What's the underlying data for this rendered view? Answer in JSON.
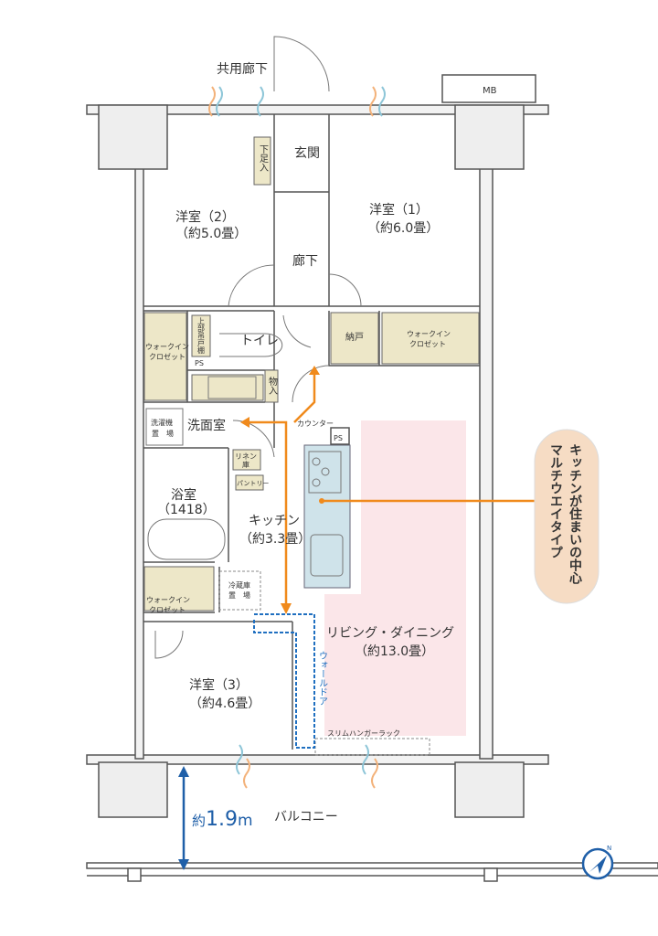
{
  "title_corridor": "共用廊下",
  "mb": "MB",
  "rooms": {
    "genkan": "玄関",
    "shoe": "下足入",
    "western2": {
      "name": "洋室（2）",
      "size": "（約5.0畳）"
    },
    "western1": {
      "name": "洋室（1）",
      "size": "（約6.0畳）"
    },
    "hallway": "廊下",
    "wic_left": {
      "l1": "ウォークイン",
      "l2": "クロゼット"
    },
    "upper_cabinet": "上部吊戸棚",
    "toilet": "トイレ",
    "ps1": "PS",
    "storage_room": "納戸",
    "wic_right": {
      "l1": "ウォークイン",
      "l2": "クロゼット"
    },
    "closet": "物入",
    "washer": {
      "l1": "洗濯機",
      "l2": "置　場"
    },
    "washroom": "洗面室",
    "counter": "カウンター",
    "ps2": "PS",
    "linen": {
      "l1": "リネン",
      "l2": "庫"
    },
    "pantry": "パントリー",
    "bath": {
      "name": "浴室",
      "size": "（1418）"
    },
    "kitchen": {
      "name": "キッチン",
      "size": "（約3.3畳）"
    },
    "wic_3": {
      "l1": "ウォークイン",
      "l2": "クロゼット"
    },
    "fridge": {
      "l1": "冷蔵庫",
      "l2": "置　場"
    },
    "living": {
      "name": "リビング・ダイニング",
      "size": "（約13.0畳）"
    },
    "wall_door": "ウォールドア",
    "western3": {
      "name": "洋室（3）",
      "size": "（約4.6畳）"
    },
    "hanger": "スリムハンガーラック",
    "balcony": "バルコニー"
  },
  "balcony_depth": {
    "prefix": "約",
    "value": "1.9",
    "unit": "m"
  },
  "callout": {
    "line1": "キッチンが住まいの中心",
    "line2": "マルチウエイタイプ"
  },
  "colors": {
    "arrow": "#f08a1c",
    "storage": "#ede7c8",
    "living": "#fbe6e9",
    "kitchen": "#cfe3ea",
    "callout": "#f6dcc4",
    "dimension": "#1f5fa8",
    "wall_door": "#1f6fc0"
  },
  "icons": {
    "compass": "compass-icon",
    "airflow": "airflow-icon"
  }
}
